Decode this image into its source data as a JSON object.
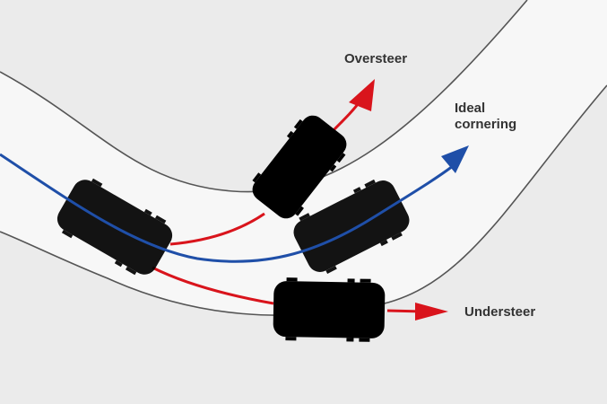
{
  "labels": {
    "oversteer": "Oversteer",
    "ideal_line1": "Ideal",
    "ideal_line2": "cornering",
    "understeer": "Understeer"
  },
  "colors": {
    "background": "#ebebeb",
    "road": "#f7f7f7",
    "road_edge": "#555555",
    "ideal_path": "#1f4fa8",
    "deviation_path": "#d9141c",
    "highlight_car_fill": "#a9c6ec",
    "highlight_car_stroke": "#2b5ca8",
    "plain_car_fill": "#ffffff",
    "plain_car_stroke": "#555555",
    "label_text": "#333333"
  },
  "icons": {
    "car": "car-top-view-icon",
    "arrow": "arrow-head-icon"
  }
}
